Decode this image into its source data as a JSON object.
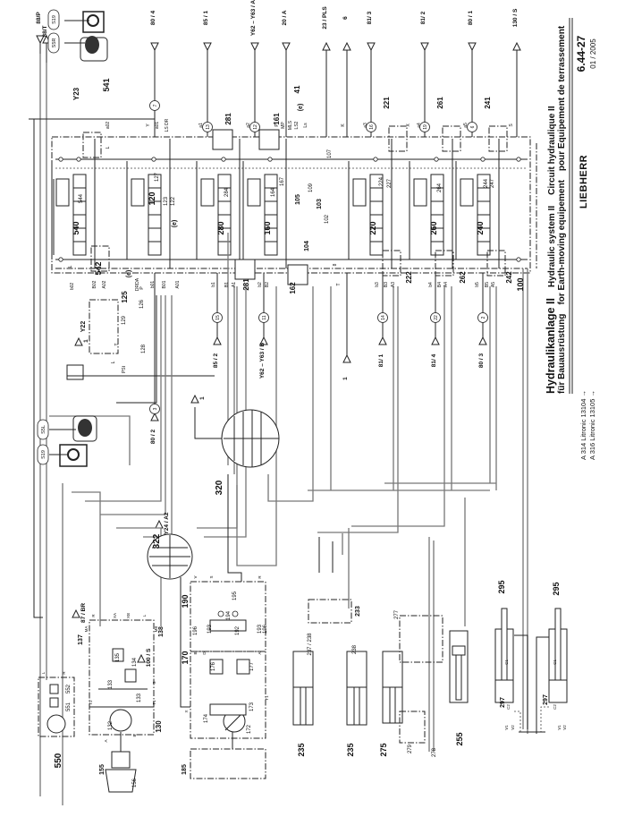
{
  "title_block": {
    "title_de": "Hydraulikanlage II",
    "subtitle_de": "für Bauausrüstung",
    "title_en": "Hydraulic system II",
    "subtitle_en": "for Earth-moving equipement",
    "title_fr": "Circuit hydraulique II",
    "subtitle_fr": "pour Equipement de terrassement",
    "brand": "LIEBHERR",
    "sheet_number": "6.44-27",
    "date": "01 / 2005",
    "models": [
      "A 314 Litronic  13104 →",
      "A 316 Litronic  13105 →"
    ]
  },
  "ports_top": [
    "88/P",
    "88/T",
    "80 / 4",
    "85 / 1",
    "Y62 – Y63 / A",
    "20 / A",
    "23 / PLS",
    "6",
    "81/ 3",
    "81/ 2",
    "80 / 1",
    "130 / S"
  ],
  "ports_bottom": [
    "85 / 2",
    "Y62 – Y63 / B",
    "1",
    "81/ 1",
    "81/ 4",
    "80 / 3",
    "80 / 2",
    "1",
    "Y24 / A2",
    "1",
    "87 / BR",
    "100 / S"
  ],
  "circle_markers": [
    "7",
    "13",
    "12",
    "16",
    "19",
    "6",
    "15",
    "11",
    "14",
    "22",
    "2",
    "3"
  ],
  "switches": [
    "S19",
    "S5R",
    "S5L",
    "S19"
  ],
  "components": [
    "541",
    "Y23",
    "281",
    "161",
    "41",
    "(e)",
    "221",
    "261",
    "241",
    "540",
    "544",
    "120",
    "127",
    "123",
    "122",
    "(e)",
    "280",
    "284",
    "160",
    "164",
    "167",
    "105",
    "109",
    "103",
    "104",
    "102",
    "107",
    "220",
    "224",
    "227",
    "260",
    "264",
    "240",
    "244",
    "247",
    "542",
    "125",
    "129",
    "126",
    "128",
    "(e)",
    "Y22",
    "281",
    "162",
    "222",
    "262",
    "242",
    "100",
    "320",
    "322",
    "550",
    "551",
    "552",
    "130",
    "132",
    "133",
    "133",
    "134",
    "135",
    "137",
    "138",
    "155",
    "156",
    "170",
    "172",
    "173",
    "174",
    "176",
    "177",
    "185",
    "190",
    "192",
    "193",
    "193",
    "194",
    "195",
    "196",
    "196",
    "233",
    "235",
    "235",
    "237 / 238",
    "238",
    "255",
    "275",
    "277",
    "278",
    "279",
    "295",
    "295",
    "297",
    "297"
  ],
  "port_tags_top": [
    "a02",
    "L",
    "Y",
    "a01",
    "LS DR",
    "a1",
    "a2",
    "P",
    "MP",
    "MLS",
    "LS2",
    "Ls",
    "K",
    "a3",
    "X",
    "a4",
    "a5",
    "S"
  ],
  "port_tags_bottom": [
    "b02",
    "L",
    "B02",
    "A02",
    "DRDA",
    "b01",
    "B01",
    "A01",
    "b1",
    "B1",
    "A1",
    "b2",
    "B2",
    "T",
    "8",
    "b3",
    "B3",
    "A3",
    "b4",
    "B4",
    "A4",
    "b5",
    "B5",
    "A5",
    "PSt",
    "T",
    "P",
    "L"
  ],
  "port_tags_lower": [
    "L",
    "R",
    "R",
    "XA",
    "XB",
    "L",
    "MA",
    "MB",
    "S",
    "T2",
    "T1",
    "A",
    "B",
    "V",
    "S",
    "R",
    "B",
    "D",
    "A",
    "T1",
    "X",
    "C1",
    "C2",
    "V1",
    "V2",
    "C1",
    "C2",
    "V1",
    "V2"
  ]
}
